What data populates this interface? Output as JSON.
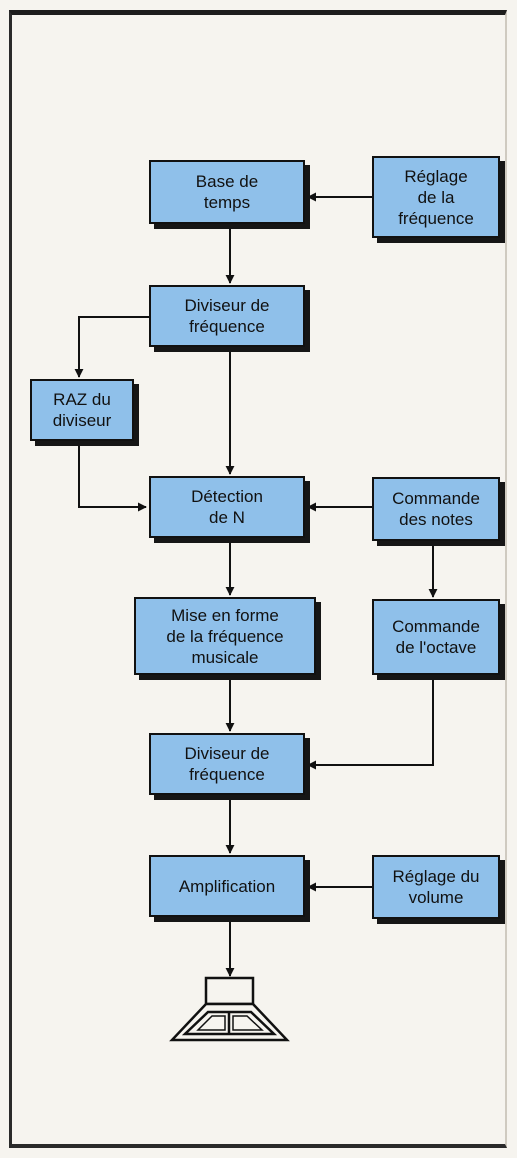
{
  "diagram": {
    "blocks": {
      "base_temps": "Base de\ntemps",
      "reglage_frequence": "Réglage\nde la\nfréquence",
      "diviseur_frequence_1": "Diviseur de\nfréquence",
      "raz_diviseur": "RAZ du\ndiviseur",
      "detection_n": "Détection\nde N",
      "commande_notes": "Commande\ndes notes",
      "mise_en_forme": "Mise en forme\nde la fréquence\nmusicale",
      "commande_octave": "Commande\nde l'octave",
      "diviseur_frequence_2": "Diviseur de\nfréquence",
      "amplification": "Amplification",
      "reglage_volume": "Réglage du\nvolume"
    },
    "output_symbol": "loudspeaker-icon",
    "colors": {
      "block_fill": "#8fc0ea",
      "line": "#111111"
    }
  }
}
